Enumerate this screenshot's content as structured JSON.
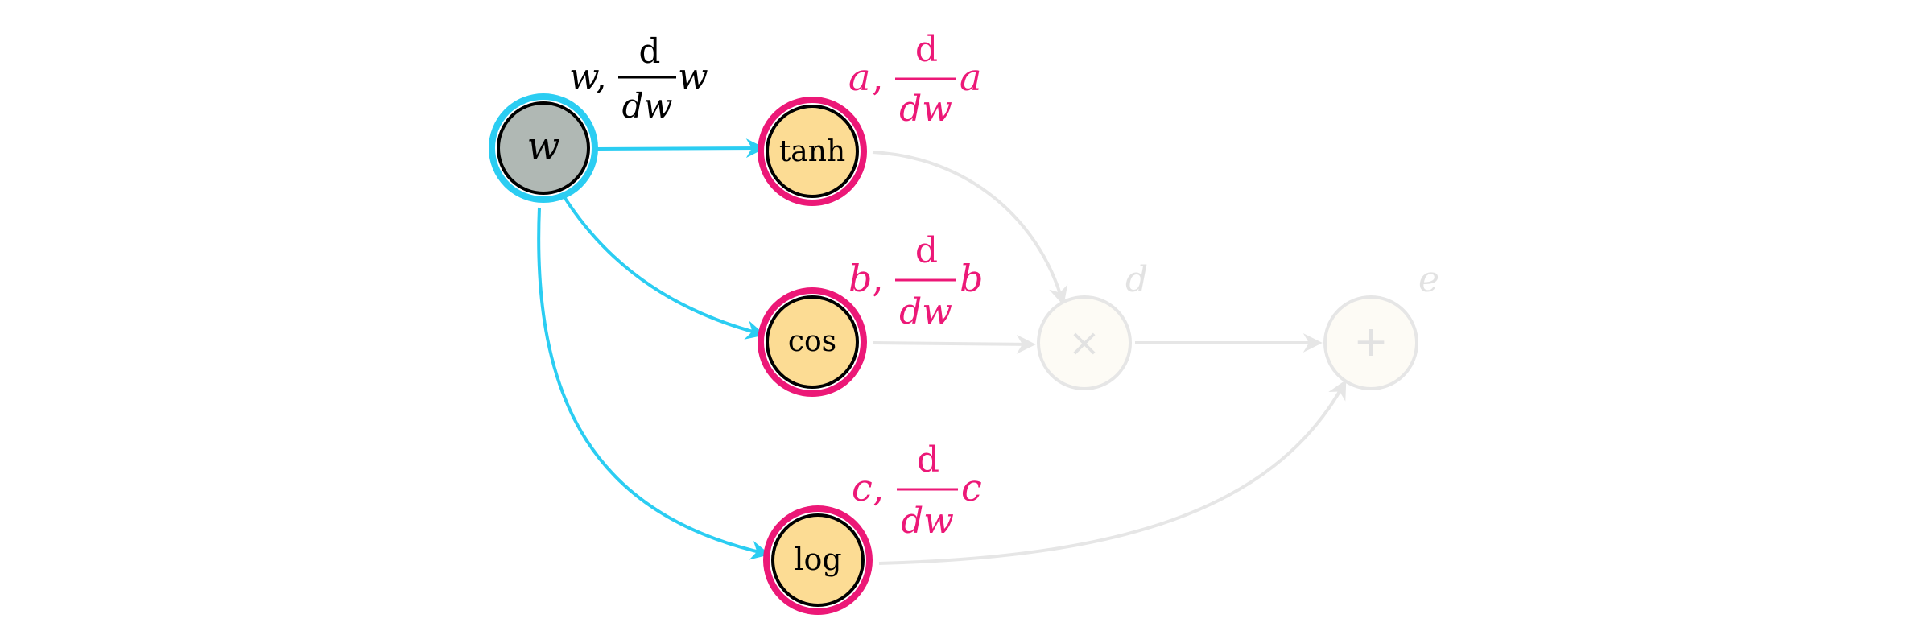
{
  "colors": {
    "input_ring": "#2bcdf2",
    "active_ring": "#ec1877",
    "node_fill": "#fcdc94",
    "input_fill": "#b0b8b4",
    "faded_stroke": "#e6e6e6",
    "faded_fill": "#fdfbf5",
    "faded_text": "#e2e2e2",
    "ink": "#000000"
  },
  "nodes": {
    "w": {
      "label": "w",
      "annot_var": "w",
      "annot_comma": ",",
      "annot_d": "d",
      "annot_dvar": "dw"
    },
    "tanh": {
      "label": "tanh",
      "annot_var": "a",
      "annot_comma": ",",
      "annot_d": "d",
      "annot_dvar": "dw"
    },
    "cos": {
      "label": "cos",
      "annot_var": "b",
      "annot_comma": ",",
      "annot_d": "d",
      "annot_dvar": "dw"
    },
    "log": {
      "label": "log",
      "annot_var": "c",
      "annot_comma": ",",
      "annot_d": "d",
      "annot_dvar": "dw"
    },
    "mul": {
      "label": "×",
      "annot_var": "d"
    },
    "add": {
      "label": "+",
      "annot_var": "e"
    }
  }
}
